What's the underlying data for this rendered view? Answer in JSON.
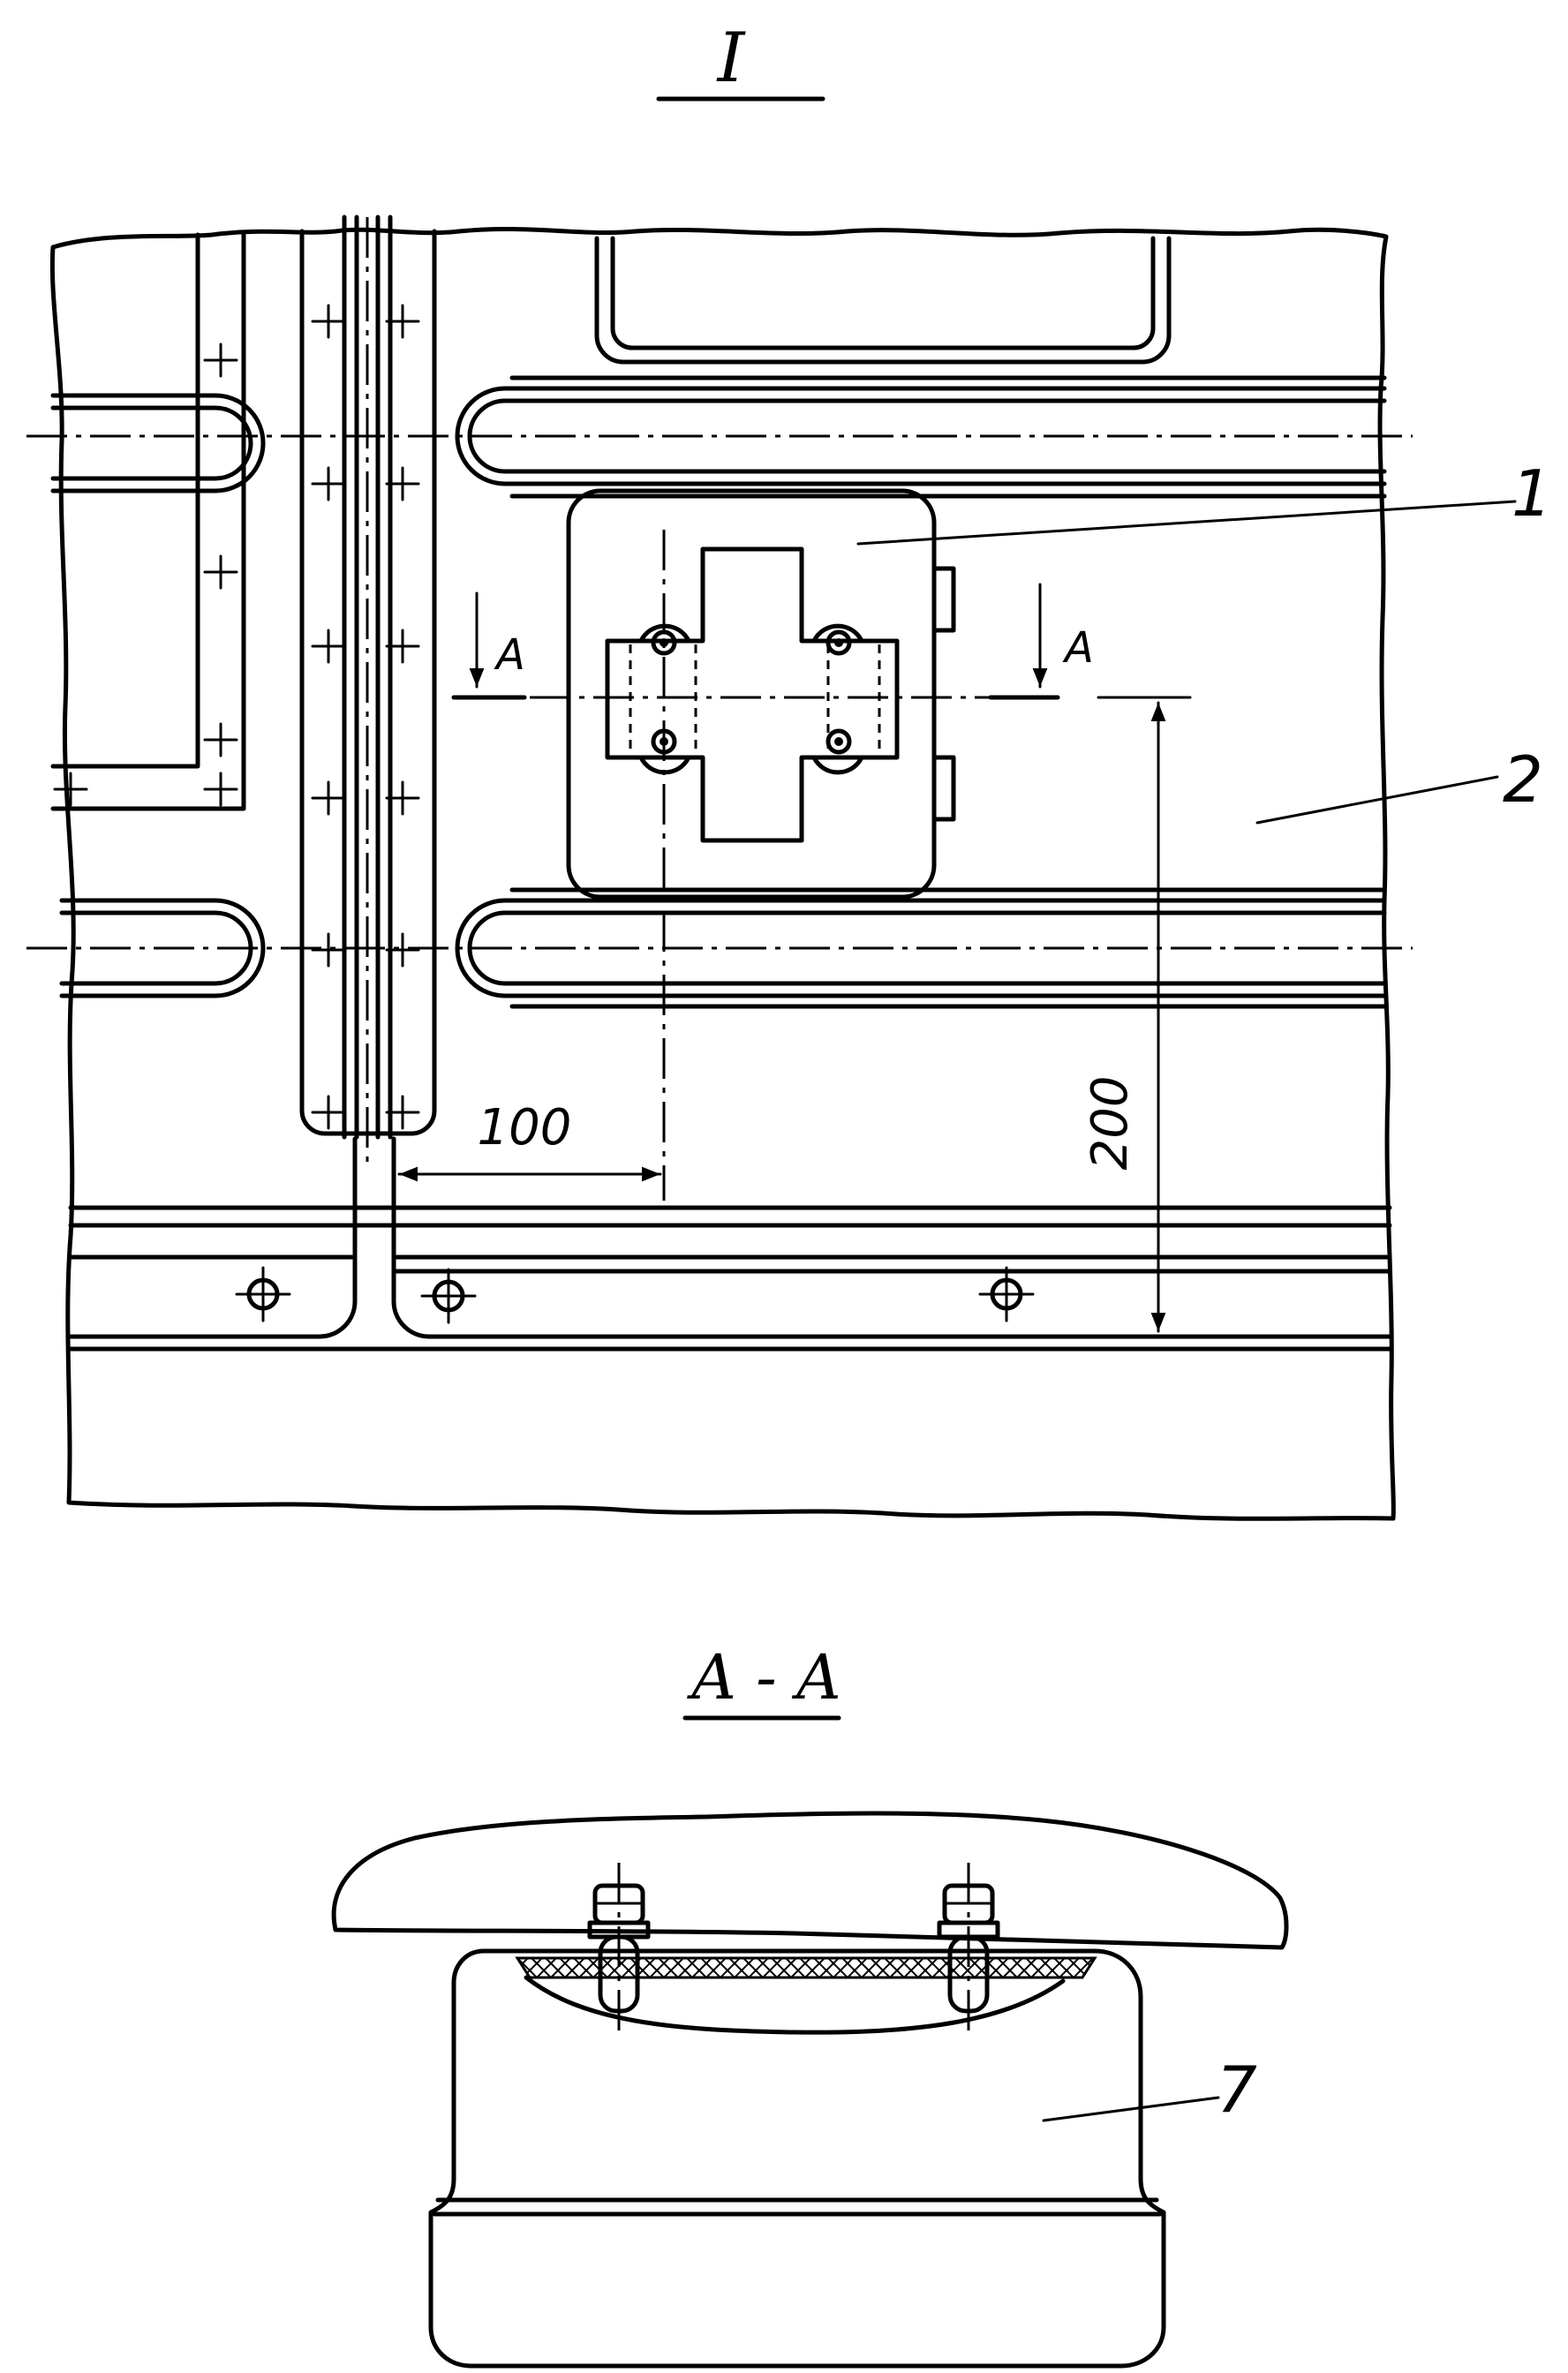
{
  "view_title": "I",
  "section_title": "A - A",
  "section_marks": {
    "left": "A",
    "right": "A"
  },
  "callouts": {
    "part_1": "1",
    "part_2": "2",
    "part_7": "7"
  },
  "dimensions": {
    "horizontal": "100",
    "vertical": "200"
  }
}
